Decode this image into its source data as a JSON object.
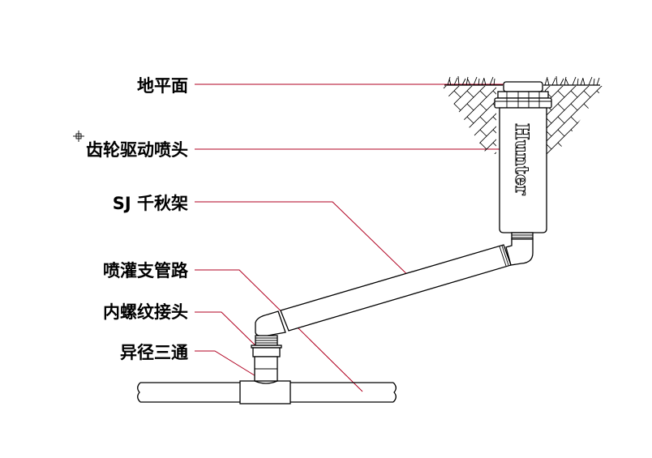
{
  "diagram": {
    "type": "irrigation-sprinkler-installation-detail",
    "labels": [
      {
        "id": "ground-level",
        "text": "地平面"
      },
      {
        "id": "gear-driven-sprinkler",
        "text": "齿轮驱动喷头"
      },
      {
        "id": "swing-joint",
        "text": "SJ 千秋架"
      },
      {
        "id": "lateral-pipe",
        "text": "喷灌支管路"
      },
      {
        "id": "female-thread-adapter",
        "text": "内螺纹接头"
      },
      {
        "id": "reducing-tee",
        "text": "异径三通"
      }
    ],
    "brand_mark": "Hunter",
    "colors": {
      "leader": "#b00020",
      "outline": "#000000",
      "background": "#ffffff"
    }
  }
}
